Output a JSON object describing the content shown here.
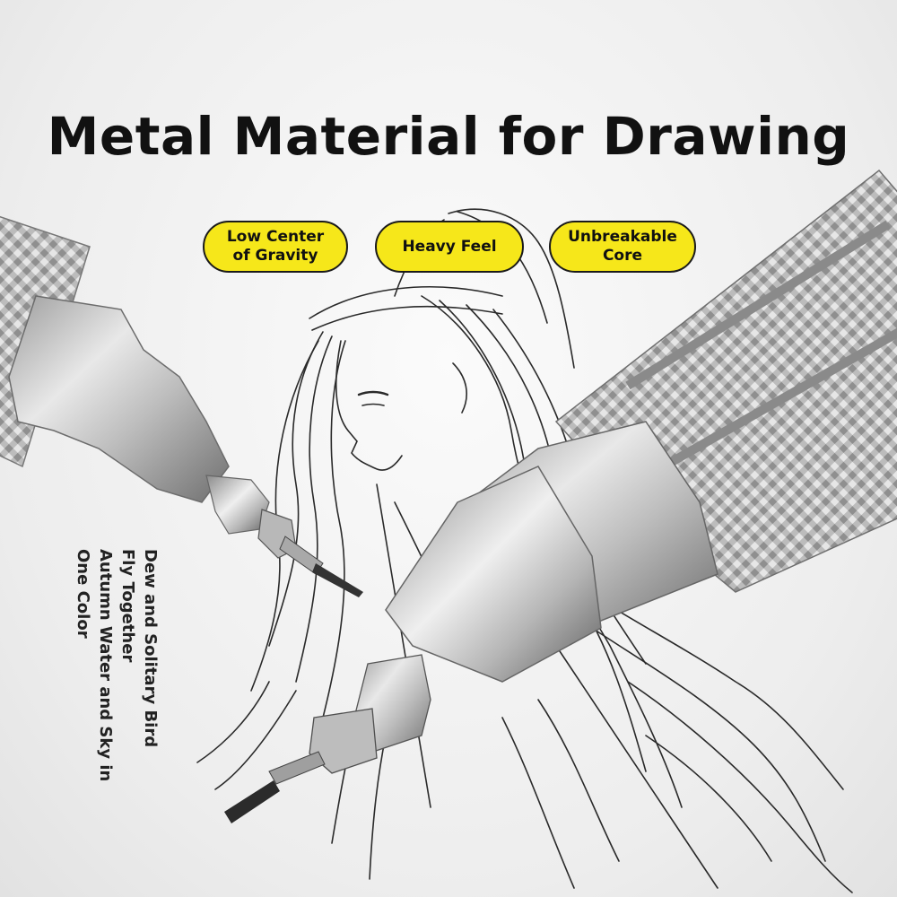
{
  "title": "Metal Material for Drawing",
  "badges": [
    {
      "label": "Low Center\nof Gravity"
    },
    {
      "label": "Heavy Feel"
    },
    {
      "label": "Unbreakable\nCore"
    }
  ],
  "poem": {
    "line1": "Dew and Solitary Bird",
    "line2": "Fly Together",
    "line3": "Autumn Water and Sky in",
    "line4": "One Color"
  },
  "colors": {
    "badge": "#f6e71a",
    "text": "#111111",
    "metal": "#c9c9c9"
  }
}
